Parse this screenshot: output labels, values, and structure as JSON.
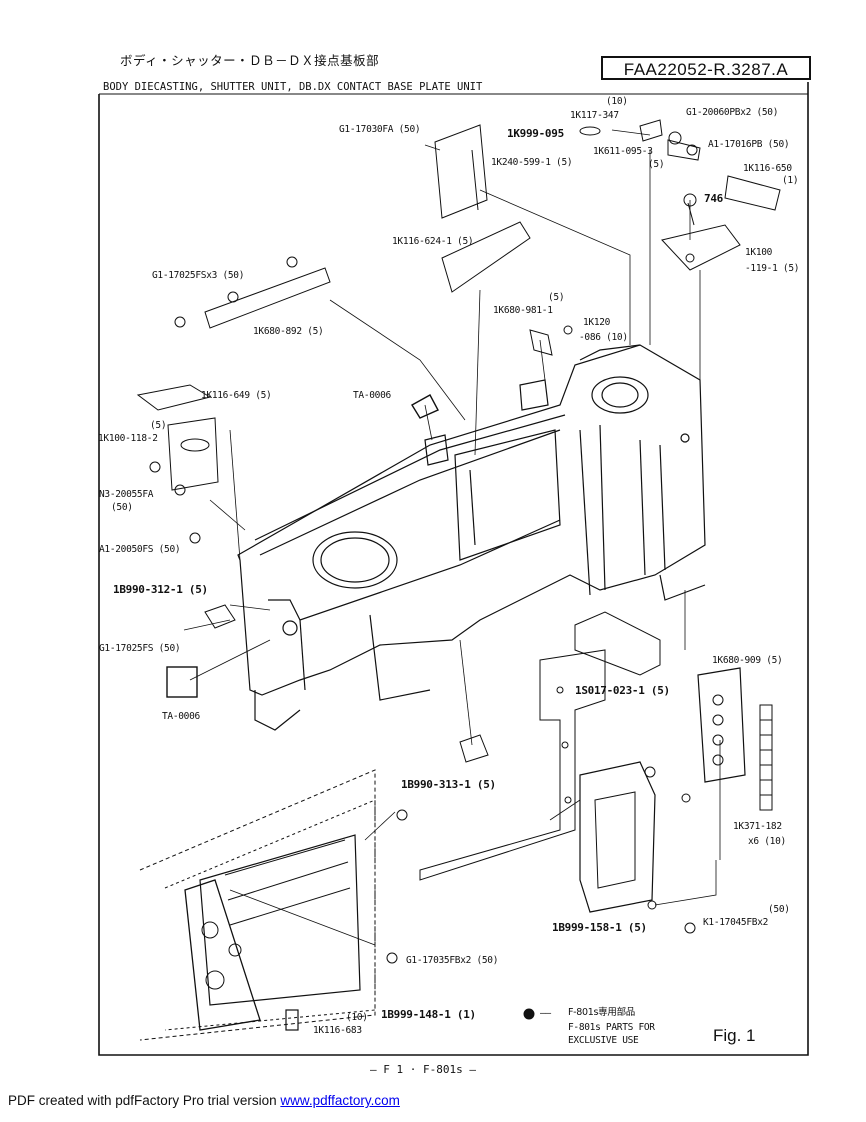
{
  "header": {
    "title_jp": "ボディ・シャッター・ＤＢ－ＤＸ接点基板部",
    "title_en": "BODY DIECASTING, SHUTTER UNIT, DB.DX CONTACT BASE PLATE UNIT",
    "doc_number": "FAA22052-R.3287.A"
  },
  "part_labels": [
    {
      "id": "lbl-g1-17030fa",
      "text": "G1-17030FA (50)"
    },
    {
      "id": "lbl-1k240",
      "text": "1K240-599-1 (5)"
    },
    {
      "id": "lbl-10a",
      "text": "(10)"
    },
    {
      "id": "lbl-1k117",
      "text": "1K117-347"
    },
    {
      "id": "lbl-1k999",
      "text": "1K999-095"
    },
    {
      "id": "lbl-1k611",
      "text": "1K611-095-3"
    },
    {
      "id": "lbl-5a",
      "text": "(5)"
    },
    {
      "id": "lbl-g1-20060",
      "text": "G1-20060PBx2 (50)"
    },
    {
      "id": "lbl-a1-17016",
      "text": "A1-17016PB (50)"
    },
    {
      "id": "lbl-1k116-650",
      "text": "1K116-650"
    },
    {
      "id": "lbl-1a",
      "text": "(1)"
    },
    {
      "id": "lbl-746",
      "text": "746"
    },
    {
      "id": "lbl-1k100-119",
      "text": "1K100"
    },
    {
      "id": "lbl-1k100-119b",
      "text": "-119-1 (5)"
    },
    {
      "id": "lbl-1k116-624",
      "text": "1K116-624-1 (5)"
    },
    {
      "id": "lbl-g1-17025fsx3",
      "text": "G1-17025FSx3 (50)"
    },
    {
      "id": "lbl-1k680-892",
      "text": "1K680-892 (5)"
    },
    {
      "id": "lbl-5b",
      "text": "(5)"
    },
    {
      "id": "lbl-1k680-981",
      "text": "1K680-981-1"
    },
    {
      "id": "lbl-1k120",
      "text": "1K120"
    },
    {
      "id": "lbl-1k120b",
      "text": "-086 (10)"
    },
    {
      "id": "lbl-1k116-649",
      "text": "1K116-649 (5)"
    },
    {
      "id": "lbl-ta0006a",
      "text": "TA-0006"
    },
    {
      "id": "lbl-5c",
      "text": "(5)"
    },
    {
      "id": "lbl-1k100-118",
      "text": "1K100-118-2"
    },
    {
      "id": "lbl-n3",
      "text": "N3-20055FA"
    },
    {
      "id": "lbl-50a",
      "text": "(50)"
    },
    {
      "id": "lbl-a1-20050",
      "text": "A1-20050FS (50)"
    },
    {
      "id": "lbl-1b990-312",
      "text": "1B990-312-1 (5)"
    },
    {
      "id": "lbl-g1-17025fs",
      "text": "G1-17025FS (50)"
    },
    {
      "id": "lbl-ta0006b",
      "text": "TA-0006"
    },
    {
      "id": "lbl-1k680-909",
      "text": "1K680-909 (5)"
    },
    {
      "id": "lbl-1s017",
      "text": "1S017-023-1 (5)"
    },
    {
      "id": "lbl-1b990-313",
      "text": "1B990-313-1 (5)"
    },
    {
      "id": "lbl-1k371",
      "text": "1K371-182"
    },
    {
      "id": "lbl-x6",
      "text": "x6 (10)"
    },
    {
      "id": "lbl-50b",
      "text": "(50)"
    },
    {
      "id": "lbl-k1-17045",
      "text": "K1-17045FBx2"
    },
    {
      "id": "lbl-1b999-158",
      "text": "1B999-158-1 (5)"
    },
    {
      "id": "lbl-g1-17035",
      "text": "G1-17035FBx2 (50)"
    },
    {
      "id": "lbl-10b",
      "text": "(10)"
    },
    {
      "id": "lbl-1k116-683",
      "text": "1K116-683"
    },
    {
      "id": "lbl-1b999-148",
      "text": "1B999-148-1 (1)"
    }
  ],
  "legend": {
    "dash": "——",
    "line1": "F-801s専用部品",
    "line2": "F-801s PARTS FOR",
    "line3": "EXCLUSIVE USE"
  },
  "figure_label": "Fig. 1",
  "page_number": "— F 1 · F-801s —",
  "footer": {
    "prefix": "PDF created with pdfFactory Pro trial version ",
    "link_text": "www.pdffactory.com"
  }
}
